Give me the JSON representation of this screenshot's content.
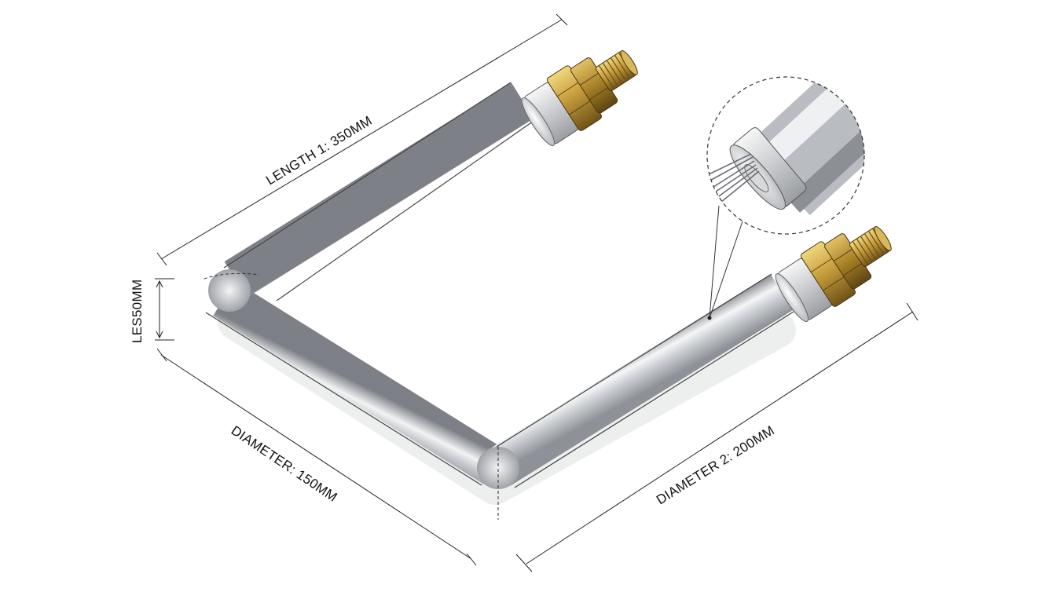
{
  "dimensions": {
    "length_1": "LENGTH 1: 350MM",
    "diameter_1": "DIAMETER: 150MM",
    "diameter_2": "DIAMETER 2: 200MM",
    "height": "LES50MM"
  },
  "colors": {
    "background": "#ffffff",
    "pipe_dark": "#8d9096",
    "pipe_light": "#f4f5f6",
    "brass_dark": "#7a5d1a",
    "brass_light": "#e9cd72",
    "dimension_line": "#222222"
  }
}
